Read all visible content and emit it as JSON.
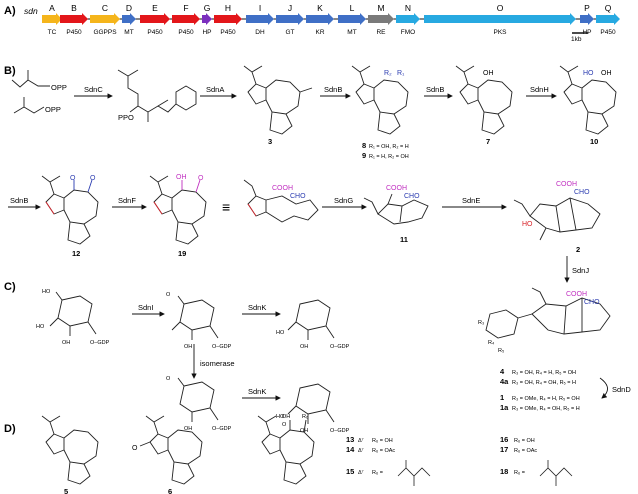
{
  "panels": [
    "A)",
    "B)",
    "C)",
    "D)"
  ],
  "cluster": {
    "name": "sdn",
    "scale_label": "1kb",
    "genes": [
      {
        "letter": "A",
        "ann": "TC",
        "color": "#f5b51b"
      },
      {
        "letter": "B",
        "ann": "P450",
        "color": "#e3161a"
      },
      {
        "letter": "C",
        "ann": "GGPPS",
        "color": "#f5b51b"
      },
      {
        "letter": "D",
        "ann": "MT",
        "color": "#3f6fc6"
      },
      {
        "letter": "E",
        "ann": "P450",
        "color": "#e3161a"
      },
      {
        "letter": "F",
        "ann": "P450",
        "color": "#e3161a"
      },
      {
        "letter": "G",
        "ann": "HP",
        "color": "#7b2fbe"
      },
      {
        "letter": "H",
        "ann": "P450",
        "color": "#e3161a"
      },
      {
        "letter": "I",
        "ann": "DH",
        "color": "#3f6fc6"
      },
      {
        "letter": "J",
        "ann": "GT",
        "color": "#3f6fc6"
      },
      {
        "letter": "K",
        "ann": "KR",
        "color": "#3f6fc6"
      },
      {
        "letter": "L",
        "ann": "MT",
        "color": "#3f6fc6"
      },
      {
        "letter": "M",
        "ann": "RE",
        "color": "#7a7a7a"
      },
      {
        "letter": "N",
        "ann": "FMO",
        "color": "#27a9e1"
      },
      {
        "letter": "O",
        "ann": "PKS",
        "color": "#27a9e1"
      },
      {
        "letter": "P",
        "ann": "HP",
        "color": "#3f6fc6"
      },
      {
        "letter": "Q",
        "ann": "P450",
        "color": "#27a9e1"
      }
    ]
  },
  "panel_b": {
    "opp1": "OPP",
    "opp2": "OPP",
    "ppo": "PPO",
    "enzymes": [
      "SdnC",
      "SdnA",
      "SdnB",
      "SdnB",
      "SdnH",
      "SdnB",
      "SdnF",
      "SdnG",
      "SdnE",
      "SdnJ"
    ],
    "compounds": {
      "c3": "3",
      "c8": "8",
      "c8_desc": "R₁ = OH, R₂ = H",
      "c9": "9",
      "c9_desc": "R₁ = H, R₂ = OH",
      "c7": "7",
      "c10": "10",
      "c12": "12",
      "c19": "19",
      "c11": "11",
      "c2": "2"
    },
    "r1": "R₁",
    "r2": "R₂",
    "oh": "OH",
    "ho": "HO",
    "cooh": "COOH",
    "cho": "CHO",
    "o": "O",
    "equiv": "≡"
  },
  "panel_c": {
    "enzymes": [
      "SdnI",
      "SdnK",
      "SdnK"
    ],
    "isomerase": "isomerase",
    "gdp": "O–GDP",
    "ho": "HO",
    "oh": "OH",
    "o": "O",
    "sdnd": "SdnD",
    "r_groups": [
      "R₃",
      "R₄",
      "R₅"
    ],
    "products": [
      {
        "id": "4",
        "desc": "R₃ = OH,    R₄ = H,    R₅ = OH"
      },
      {
        "id": "4a",
        "desc": "R₃ = OH,    R₄ = OH, R₅ = H"
      },
      {
        "id": "1",
        "desc": "R₃ = OMe,  R₄ = H,    R₅ = OH"
      },
      {
        "id": "1a",
        "desc": "R₃ = OMe,  R₄ = OH,  R₅ = H"
      }
    ]
  },
  "panel_d": {
    "c5": "5",
    "c6": "6",
    "o": "O",
    "oh": "OH",
    "r6": "R₆",
    "items": [
      {
        "id": "13",
        "delta": "Δ⁷",
        "desc": "R₆ = OH"
      },
      {
        "id": "14",
        "delta": "Δ⁷",
        "desc": "R₆ = OAc"
      },
      {
        "id": "15",
        "delta": "Δ⁷",
        "desc": "R₆ ="
      },
      {
        "id": "16",
        "delta": "",
        "desc": "R₆ = OH"
      },
      {
        "id": "17",
        "delta": "",
        "desc": "R₆ = OAc"
      },
      {
        "id": "18",
        "delta": "",
        "desc": "R₆ ="
      }
    ]
  }
}
